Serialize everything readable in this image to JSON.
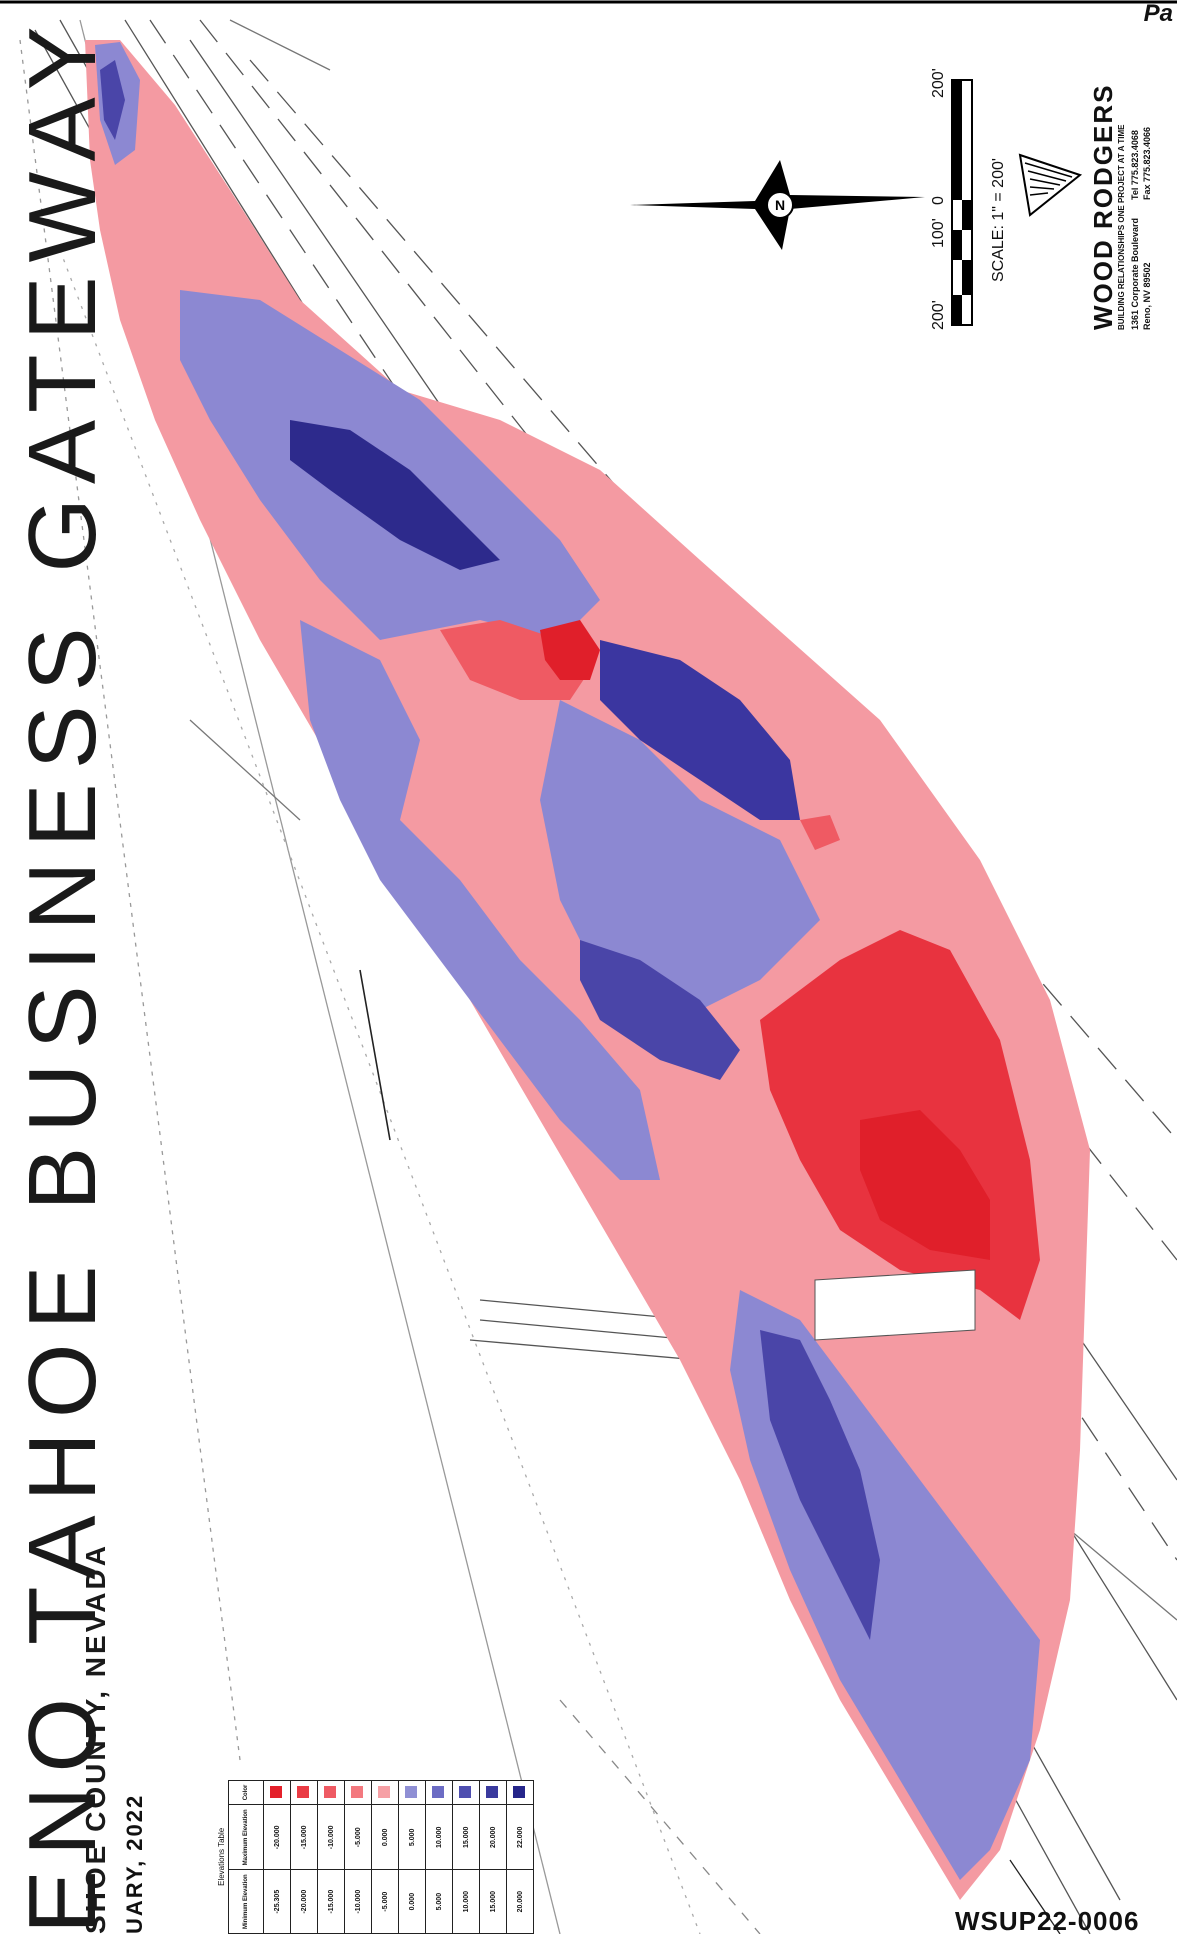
{
  "title": "ENO TAHOE BUSINESS GATEWAY",
  "subtitle": "SHOE COUNTY, NEVADA",
  "date": "UARY, 2022",
  "page_corner": "Pa",
  "permit": "WSUP22-0006",
  "scale": {
    "ticks": [
      "200'",
      "100'",
      "0",
      "200'"
    ],
    "text": "SCALE: 1\" = 200'"
  },
  "north_arrow_label": "N",
  "firm": {
    "name": "WOOD RODGERS",
    "tagline": "BUILDING RELATIONSHIPS ONE PROJECT AT A TIME",
    "address1": "1361 Corporate Boulevard",
    "address2": "Reno, NV 89502",
    "tel": "Tel 775.823.4068",
    "fax": "Fax 775.823.4066"
  },
  "elevations_table": {
    "caption": "Elevations Table",
    "headers": [
      "Minimum Elevation",
      "Maximum Elevation",
      "Color"
    ],
    "rows": [
      {
        "min": "-25.305",
        "max": "-20.000",
        "color": "#e4202a"
      },
      {
        "min": "-20.000",
        "max": "-15.000",
        "color": "#ea3b44"
      },
      {
        "min": "-15.000",
        "max": "-10.000",
        "color": "#ef5a63"
      },
      {
        "min": "-10.000",
        "max": "-5.000",
        "color": "#f3797f"
      },
      {
        "min": "-5.000",
        "max": "0.000",
        "color": "#f6a0a5"
      },
      {
        "min": "0.000",
        "max": "5.000",
        "color": "#8f8fd4"
      },
      {
        "min": "5.000",
        "max": "10.000",
        "color": "#6c6cc4"
      },
      {
        "min": "10.000",
        "max": "15.000",
        "color": "#4f4fb0"
      },
      {
        "min": "15.000",
        "max": "20.000",
        "color": "#3a3a9e"
      },
      {
        "min": "20.000",
        "max": "22.000",
        "color": "#25258a"
      }
    ]
  },
  "colors": {
    "fill_pink": "#f49aa2",
    "fill_red": "#e8333f",
    "fill_lavender": "#8c88d2",
    "fill_blue": "#4a45a8",
    "fill_navy": "#2d2a8c",
    "linework": "#444444"
  }
}
